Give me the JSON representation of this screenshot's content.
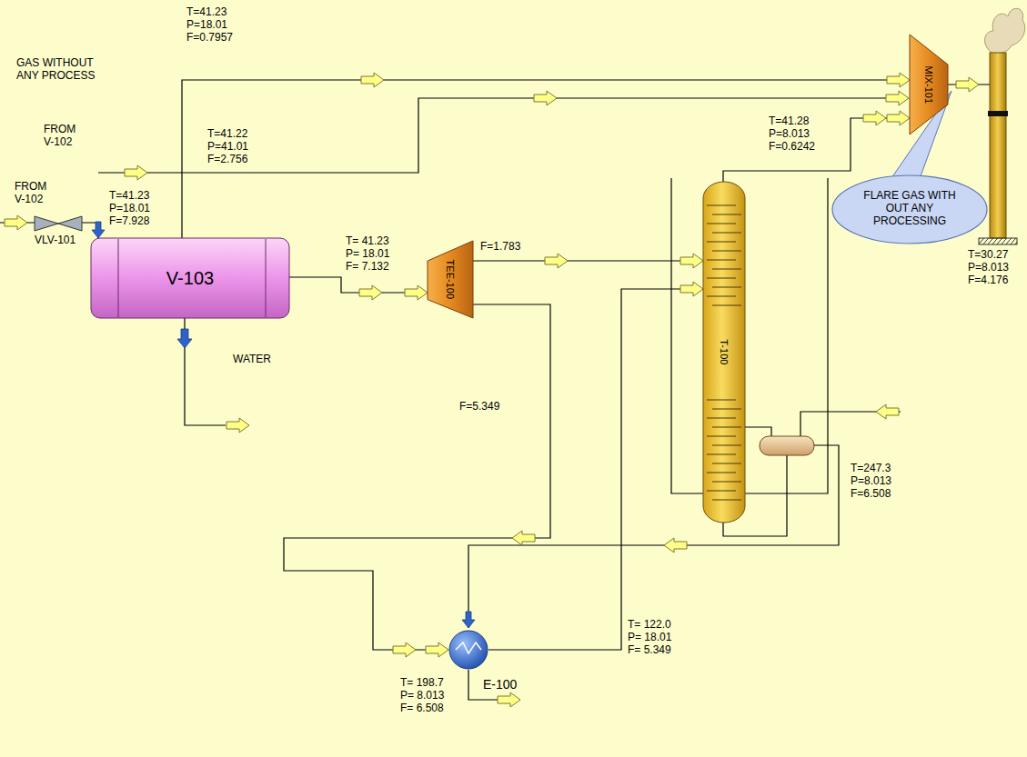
{
  "diagram": {
    "nodes": [
      {
        "text": [
          "VLV-101"
        ]
      },
      {
        "text": [
          "V-103"
        ]
      },
      {
        "text": [
          "TEE-100"
        ]
      },
      {
        "text": [
          "T-100"
        ]
      },
      {
        "text": [
          "MIX-101"
        ]
      },
      {
        "text": [
          "FLARE GAS WITH OUT ANY PROCESSING"
        ]
      },
      {
        "text": [
          "E-100"
        ]
      }
    ],
    "edges": [
      {
        "from": 0,
        "to": 1,
        "arrow": "to"
      },
      {
        "from": 1,
        "to": 4,
        "arrow": "to"
      },
      {
        "from": 1,
        "to": 2,
        "arrow": "to"
      },
      {
        "from": 2,
        "to": 3,
        "arrow": "to"
      },
      {
        "from": 2,
        "to": 6,
        "arrow": "to"
      },
      {
        "from": 6,
        "to": 3,
        "arrow": "to"
      },
      {
        "from": 3,
        "to": 4,
        "arrow": "to"
      }
    ],
    "labels": [
      "GAS WITHOUT ANY PROCESS",
      "FROM V-102",
      "FROM V-102",
      "T=41.23 P=18.01 F=0.7957",
      "T=41.22 P=41.01 F=2.756",
      "T=41.23 P=18.01 F=7.928",
      "WATER",
      "T= 41.23 P= 18.01 F= 7.132",
      "F=1.783",
      "F=5.349",
      "T=41.28 P=8.013 F=0.6242",
      "T=30.27 P=8.013 F=4.176",
      "T=247.3 P=8.013 F=6.508",
      "T= 122.0 P= 18.01 F= 5.349",
      "T= 198.7 P= 8.013 F= 6.508"
    ]
  }
}
